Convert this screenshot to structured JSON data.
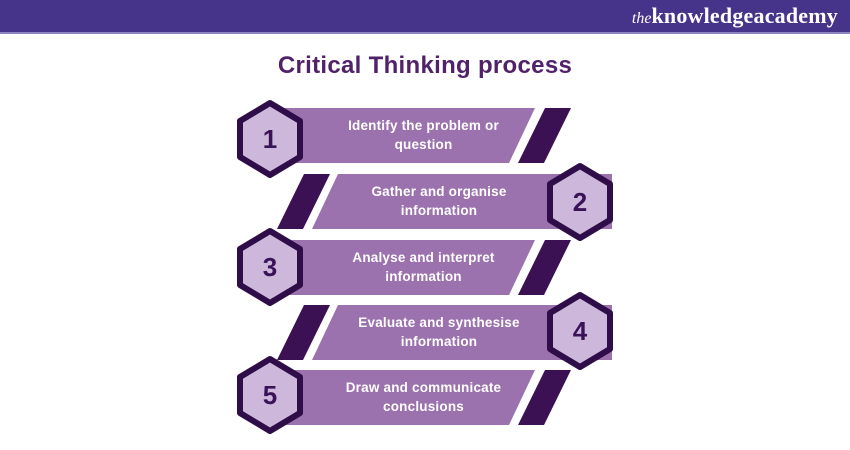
{
  "header": {
    "logo_the": "the",
    "logo_knowledge": "knowledge",
    "logo_academy": "academy"
  },
  "title": "Critical Thinking process",
  "colors": {
    "header_bg": "#46348B",
    "header_underline": "#8C84C1",
    "title_text": "#512269",
    "banner_fill": "#9B72AD",
    "slash_fill": "#3B1153",
    "hex_fill": "#CDB7DB",
    "hex_stroke": "#2F0D49",
    "number_text": "#3A1258",
    "banner_text": "#FFFFFF",
    "page_bg": "#FFFFFF"
  },
  "steps": [
    {
      "number": "1",
      "label": "Identify the problem or question"
    },
    {
      "number": "2",
      "label": "Gather and organise information"
    },
    {
      "number": "3",
      "label": "Analyse and interpret information"
    },
    {
      "number": "4",
      "label": "Evaluate and synthesise information"
    },
    {
      "number": "5",
      "label": "Draw and communicate conclusions"
    }
  ]
}
